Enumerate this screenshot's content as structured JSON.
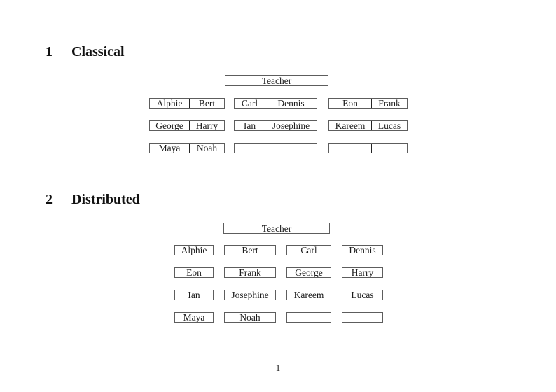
{
  "page": {
    "number": "1"
  },
  "sections": [
    {
      "number": "1",
      "title": "Classical"
    },
    {
      "number": "2",
      "title": "Distributed"
    }
  ],
  "classical": {
    "teacher_label": "Teacher",
    "rows": [
      [
        {
          "left": "Alphie",
          "right": "Bert"
        },
        {
          "left": "Carl",
          "right": "Dennis"
        },
        {
          "left": "Eon",
          "right": "Frank"
        }
      ],
      [
        {
          "left": "George",
          "right": "Harry"
        },
        {
          "left": "Ian",
          "right": "Josephine"
        },
        {
          "left": "Kareem",
          "right": "Lucas"
        }
      ],
      [
        {
          "left": "Maya",
          "right": "Noah"
        },
        {
          "left": "",
          "right": ""
        },
        {
          "left": "",
          "right": ""
        }
      ]
    ]
  },
  "distributed": {
    "teacher_label": "Teacher",
    "rows": [
      [
        "Alphie",
        "Bert",
        "Carl",
        "Dennis"
      ],
      [
        "Eon",
        "Frank",
        "George",
        "Harry"
      ],
      [
        "Ian",
        "Josephine",
        "Kareem",
        "Lucas"
      ],
      [
        "Maya",
        "Noah",
        "",
        ""
      ]
    ]
  }
}
